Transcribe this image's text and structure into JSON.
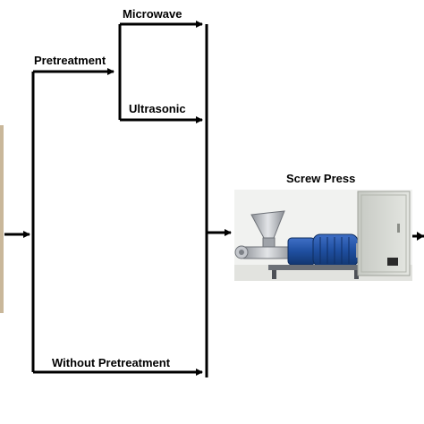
{
  "labels": {
    "microwave": "Microwave",
    "pretreatment": "Pretreatment",
    "ultrasonic": "Ultrasonic",
    "without_pretreatment": "Without Pretreatment",
    "screw_press": "Screw Press"
  },
  "colors": {
    "line": "#000000",
    "background": "#ffffff",
    "motor_blue": "#1f4fa0",
    "metal": "#b8bcc2",
    "cabinet": "#d9dcd6"
  },
  "icons": {
    "screw_press_photo": "screw-press-machine"
  }
}
